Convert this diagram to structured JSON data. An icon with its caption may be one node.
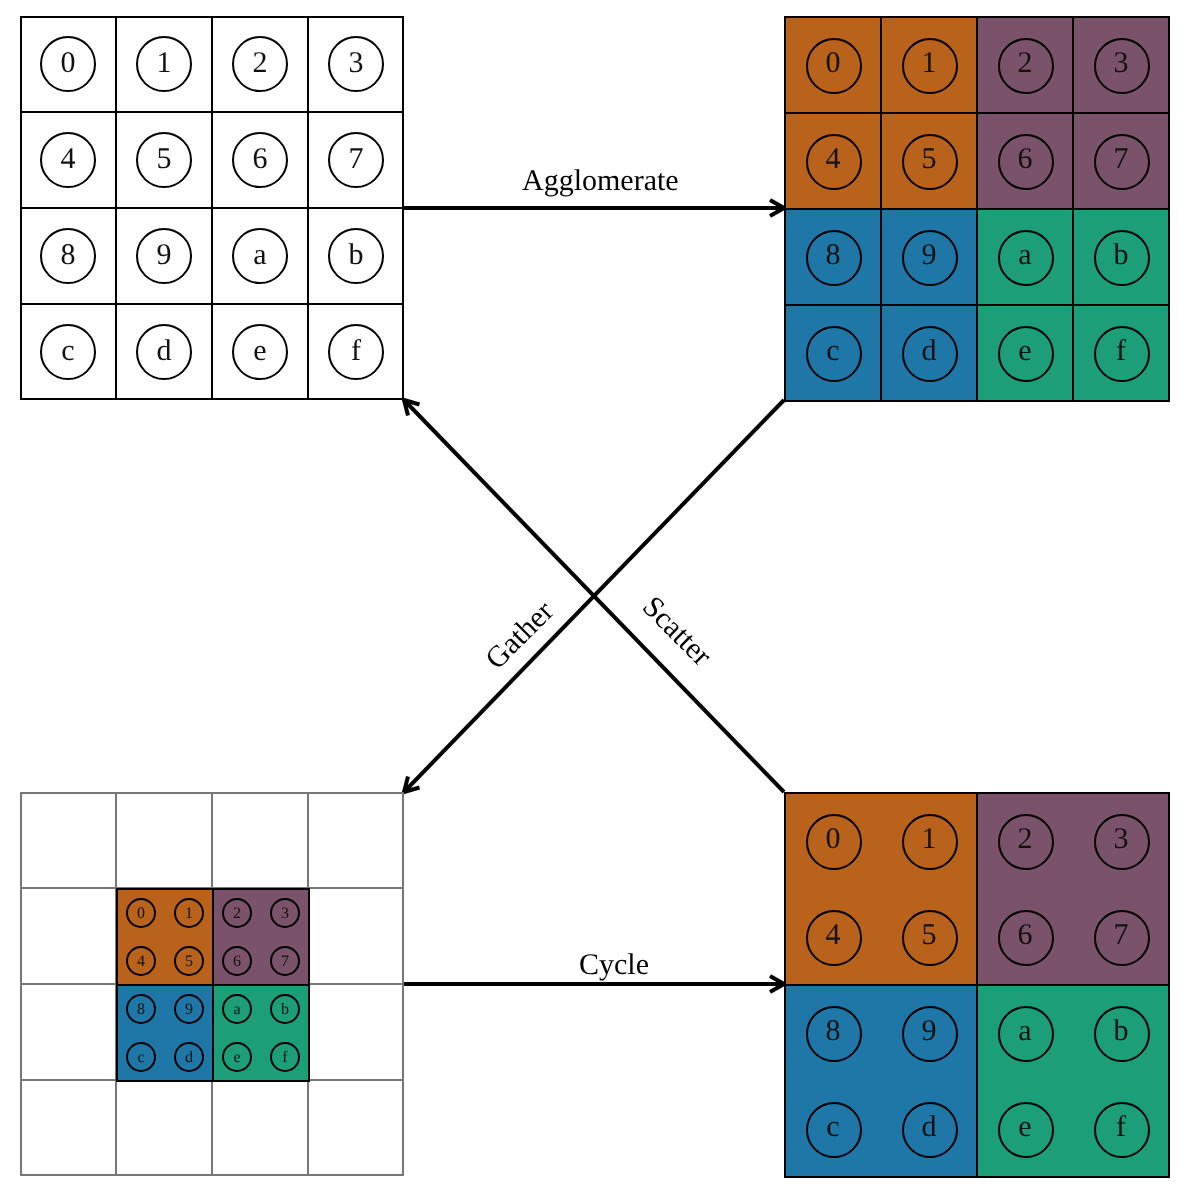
{
  "diagram": {
    "nodes": [
      {
        "text": [],
        "shape": "box"
      },
      {
        "text": [
          "0"
        ],
        "in": 0
      },
      {
        "text": [
          "1"
        ],
        "in": 0
      },
      {
        "text": [
          "2"
        ],
        "in": 0
      },
      {
        "text": [
          "3"
        ],
        "in": 0
      },
      {
        "text": [
          "4"
        ],
        "in": 0
      },
      {
        "text": [
          "5"
        ],
        "in": 0
      },
      {
        "text": [
          "6"
        ],
        "in": 0
      },
      {
        "text": [
          "7"
        ],
        "in": 0
      },
      {
        "text": [
          "8"
        ],
        "in": 0
      },
      {
        "text": [
          "9"
        ],
        "in": 0
      },
      {
        "text": [
          "a"
        ],
        "in": 0
      },
      {
        "text": [
          "b"
        ],
        "in": 0
      },
      {
        "text": [
          "c"
        ],
        "in": 0
      },
      {
        "text": [
          "d"
        ],
        "in": 0
      },
      {
        "text": [
          "e"
        ],
        "in": 0
      },
      {
        "text": [
          "f"
        ],
        "in": 0
      },
      {
        "text": [],
        "shape": "box"
      },
      {
        "text": [],
        "shape": "box",
        "in": 17
      },
      {
        "text": [
          "0"
        ],
        "in": 18
      },
      {
        "text": [
          "1"
        ],
        "in": 18
      },
      {
        "text": [
          "4"
        ],
        "in": 18
      },
      {
        "text": [
          "5"
        ],
        "in": 18
      },
      {
        "text": [],
        "shape": "box",
        "in": 17
      },
      {
        "text": [
          "2"
        ],
        "in": 23
      },
      {
        "text": [
          "3"
        ],
        "in": 23
      },
      {
        "text": [
          "6"
        ],
        "in": 23
      },
      {
        "text": [
          "7"
        ],
        "in": 23
      },
      {
        "text": [],
        "shape": "box",
        "in": 17
      },
      {
        "text": [
          "8"
        ],
        "in": 28
      },
      {
        "text": [
          "9"
        ],
        "in": 28
      },
      {
        "text": [
          "c"
        ],
        "in": 28
      },
      {
        "text": [
          "d"
        ],
        "in": 28
      },
      {
        "text": [],
        "shape": "box",
        "in": 17
      },
      {
        "text": [
          "a"
        ],
        "in": 33
      },
      {
        "text": [
          "b"
        ],
        "in": 33
      },
      {
        "text": [
          "e"
        ],
        "in": 33
      },
      {
        "text": [
          "f"
        ],
        "in": 33
      },
      {
        "text": [],
        "shape": "box"
      },
      {
        "text": [],
        "shape": "box",
        "in": 38
      },
      {
        "text": [
          "0"
        ],
        "in": 39
      },
      {
        "text": [
          "1"
        ],
        "in": 39
      },
      {
        "text": [
          "4"
        ],
        "in": 39
      },
      {
        "text": [
          "5"
        ],
        "in": 39
      },
      {
        "text": [],
        "shape": "box",
        "in": 38
      },
      {
        "text": [
          "2"
        ],
        "in": 44
      },
      {
        "text": [
          "3"
        ],
        "in": 44
      },
      {
        "text": [
          "6"
        ],
        "in": 44
      },
      {
        "text": [
          "7"
        ],
        "in": 44
      },
      {
        "text": [],
        "shape": "box",
        "in": 38
      },
      {
        "text": [
          "8"
        ],
        "in": 49
      },
      {
        "text": [
          "9"
        ],
        "in": 49
      },
      {
        "text": [
          "c"
        ],
        "in": 49
      },
      {
        "text": [
          "d"
        ],
        "in": 49
      },
      {
        "text": [],
        "shape": "box",
        "in": 38
      },
      {
        "text": [
          "a"
        ],
        "in": 54
      },
      {
        "text": [
          "b"
        ],
        "in": 54
      },
      {
        "text": [
          "e"
        ],
        "in": 54
      },
      {
        "text": [
          "f"
        ],
        "in": 54
      },
      {
        "text": [],
        "shape": "box"
      },
      {
        "text": [],
        "shape": "box",
        "in": 59
      },
      {
        "text": [
          "0"
        ],
        "in": 60
      },
      {
        "text": [
          "1"
        ],
        "in": 60
      },
      {
        "text": [
          "4"
        ],
        "in": 60
      },
      {
        "text": [
          "5"
        ],
        "in": 60
      },
      {
        "text": [],
        "shape": "box",
        "in": 59
      },
      {
        "text": [
          "2"
        ],
        "in": 65
      },
      {
        "text": [
          "3"
        ],
        "in": 65
      },
      {
        "text": [
          "6"
        ],
        "in": 65
      },
      {
        "text": [
          "7"
        ],
        "in": 65
      },
      {
        "text": [],
        "shape": "box",
        "in": 59
      },
      {
        "text": [
          "8"
        ],
        "in": 70
      },
      {
        "text": [
          "9"
        ],
        "in": 70
      },
      {
        "text": [
          "c"
        ],
        "in": 70
      },
      {
        "text": [
          "d"
        ],
        "in": 70
      },
      {
        "text": [],
        "shape": "box",
        "in": 59
      },
      {
        "text": [
          "a"
        ],
        "in": 75
      },
      {
        "text": [
          "b"
        ],
        "in": 75
      },
      {
        "text": [
          "e"
        ],
        "in": 75
      },
      {
        "text": [
          "f"
        ],
        "in": 75
      }
    ],
    "edges": [
      {
        "from": 0,
        "to": 17,
        "arrow": "to",
        "label": "Agglomerate"
      },
      {
        "from": 59,
        "to": 0,
        "arrow": "to",
        "label": "Scatter"
      },
      {
        "from": 17,
        "to": 38,
        "arrow": "to",
        "label": "Gather"
      },
      {
        "from": 38,
        "to": 59,
        "arrow": "to",
        "label": "Cycle"
      }
    ]
  }
}
